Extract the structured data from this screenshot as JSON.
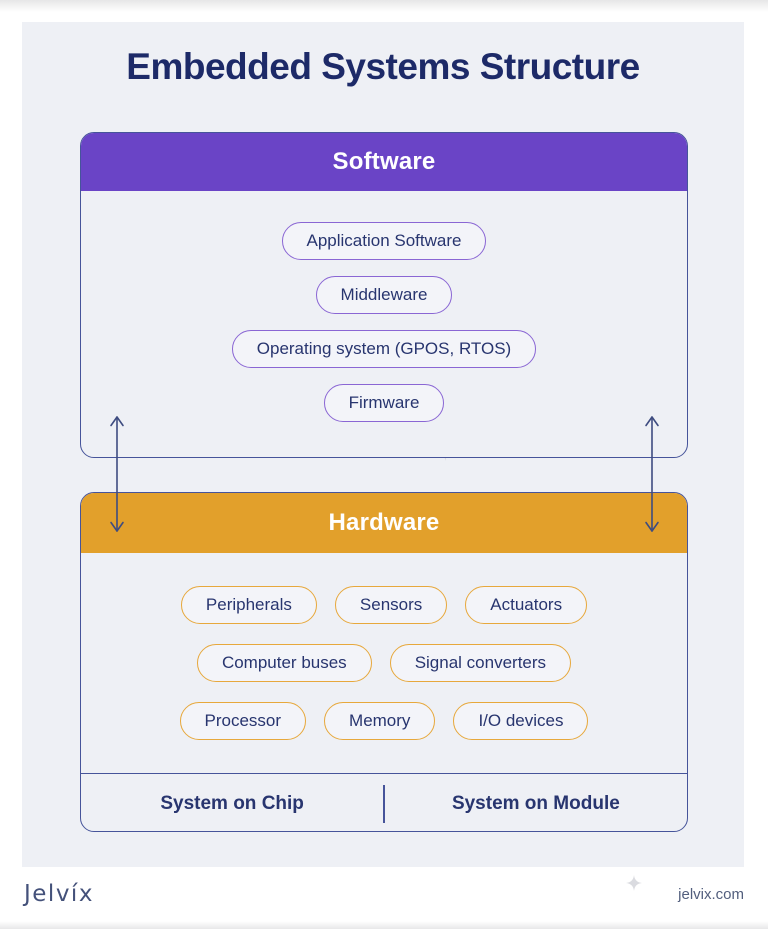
{
  "title": "Embedded Systems Structure",
  "software": {
    "header": "Software",
    "items": [
      "Application Software",
      "Middleware",
      "Operating system (GPOS, RTOS)",
      "Firmware"
    ]
  },
  "hardware": {
    "header": "Hardware",
    "rows": [
      [
        "Peripherals",
        "Sensors",
        "Actuators"
      ],
      [
        "Computer buses",
        "Signal converters"
      ],
      [
        "Processor",
        "Memory",
        "I/O devices"
      ]
    ],
    "footer": [
      "System on Chip",
      "System on Module"
    ]
  },
  "footer": {
    "logo": "Jelvíx",
    "site": "jelvix.com"
  },
  "colors": {
    "card_bg": "#eef0f5",
    "software_header": "#6a44c6",
    "hardware_header": "#e2a02b",
    "title_text": "#1d2a68",
    "navy_text": "#28356f",
    "purple_pill_border": "#8a66d4",
    "orange_pill_border": "#e7a83c",
    "box_border": "#46549a",
    "arrow": "#3e4c80",
    "sparkle": "#d7d8dd",
    "logo_text": "#44517a",
    "site_text": "#525e7d"
  }
}
